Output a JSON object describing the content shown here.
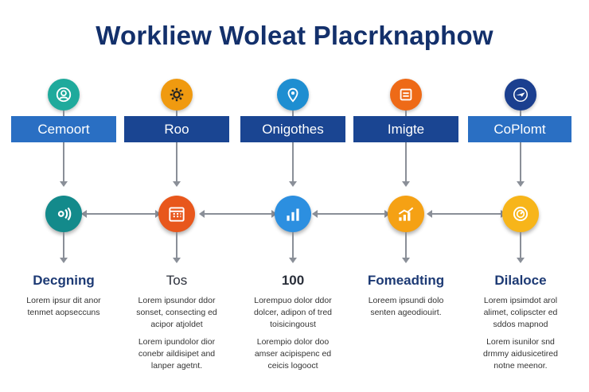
{
  "title": "Workliew Woleat Placrknaphow",
  "colors": {
    "bar_light": "#2a6fc3",
    "bar_dark": "#1a4592",
    "arrow": "#8a8f98",
    "heading": "#1d3a74"
  },
  "steps": [
    {
      "bar_label": "Cemoort",
      "top_icon": "user-icon",
      "top_color": "#1faa9c",
      "node_icon": "signal-icon",
      "node_color": "#138a8b",
      "heading": "Decgning",
      "para1": "Lorem ipsur dit anor tenmet aopseccuns",
      "para2": ""
    },
    {
      "bar_label": "Roo",
      "top_icon": "gear-icon",
      "top_color": "#f09a10",
      "node_icon": "calendar-icon",
      "node_color": "#e8571c",
      "heading": "Tos",
      "para1": "Lorem ipsundor ddor sonset, consecting ed acipor atjoldet",
      "para2": "Lorem ipundolor dior conebr aildisipet and lanper agetnt."
    },
    {
      "bar_label": "Onigothes",
      "top_icon": "location-pin-icon",
      "top_color": "#1e8ed1",
      "node_icon": "bar-chart-icon",
      "node_color": "#2c8fe0",
      "heading": "100",
      "para1": "Lorempuo dolor ddor dolcer, adipon of tred toisicingoust",
      "para2": "Lorempio dolor doo amser acipispenc ed ceicis logooct"
    },
    {
      "bar_label": "Imigte",
      "top_icon": "document-icon",
      "top_color": "#ee6a17",
      "node_icon": "growth-chart-icon",
      "node_color": "#f5a114",
      "heading": "Fomeadting",
      "para1": "Loreem ipsundi dolo senten ageodiouirt.",
      "para2": ""
    },
    {
      "bar_label": "CoPlomt",
      "top_icon": "plane-icon",
      "top_color": "#1b3f8f",
      "node_icon": "dial-icon",
      "node_color": "#f7b51a",
      "heading": "Dilaloce",
      "para1": "Lorem ipsimdot arol alimet, colipscter ed sddos mapnod",
      "para2": "Lorem isunilor snd drmmy aidusicetired notne meenor."
    }
  ]
}
